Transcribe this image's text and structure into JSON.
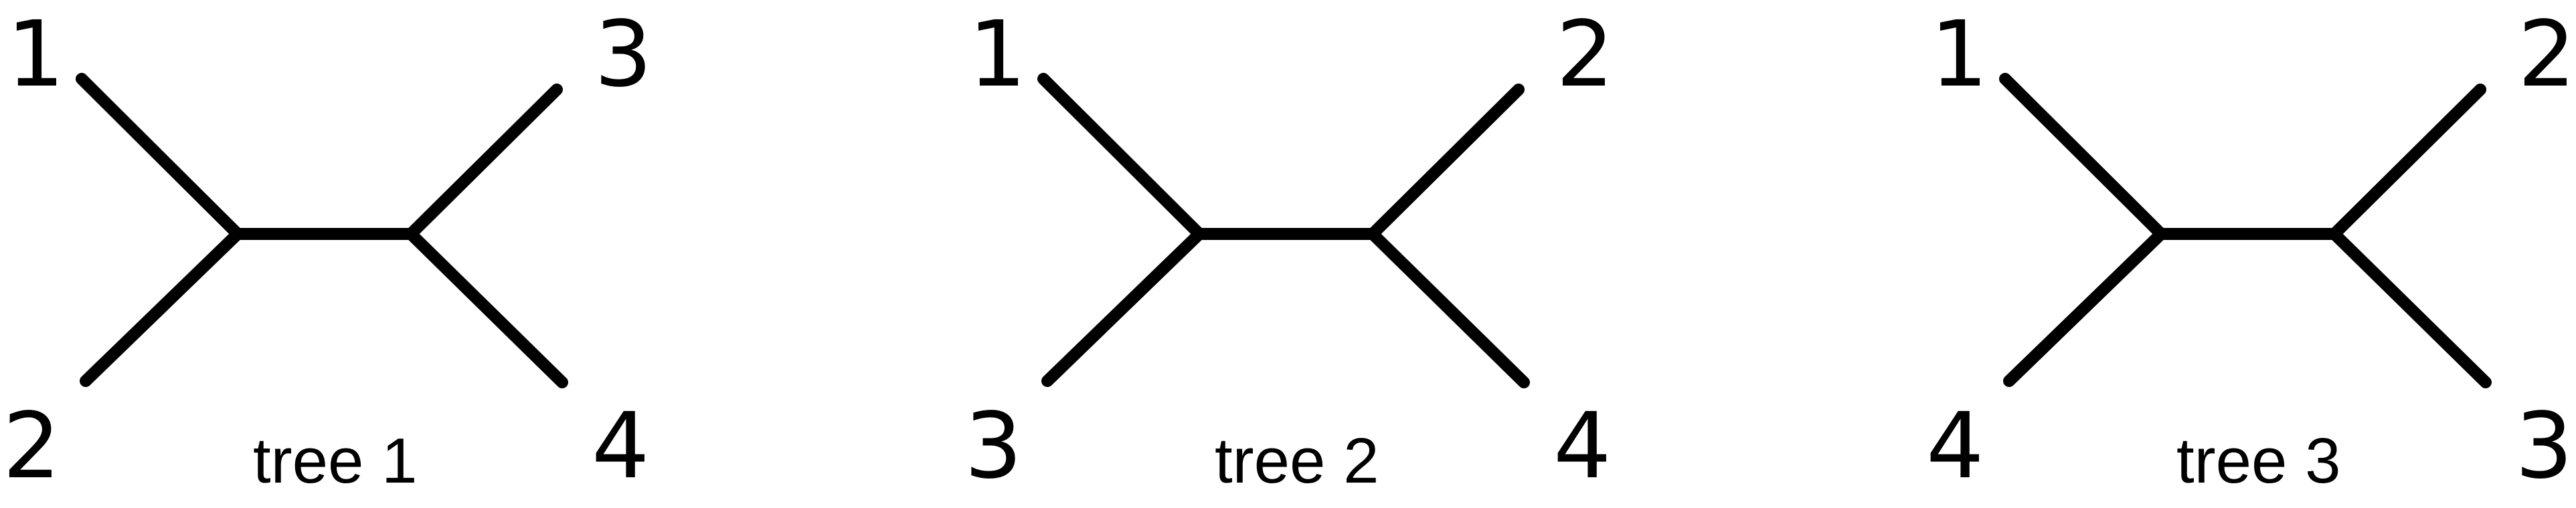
{
  "trees": [
    {
      "caption": "tree 1",
      "leaves": {
        "top_left": "1",
        "bottom_left": "2",
        "top_right": "3",
        "bottom_right": "4"
      }
    },
    {
      "caption": "tree 2",
      "leaves": {
        "top_left": "1",
        "bottom_left": "3",
        "top_right": "2",
        "bottom_right": "4"
      }
    },
    {
      "caption": "tree 3",
      "leaves": {
        "top_left": "1",
        "bottom_left": "4",
        "top_right": "2",
        "bottom_right": "3"
      }
    }
  ],
  "colors": {
    "line": "#000000",
    "background": "#ffffff"
  }
}
